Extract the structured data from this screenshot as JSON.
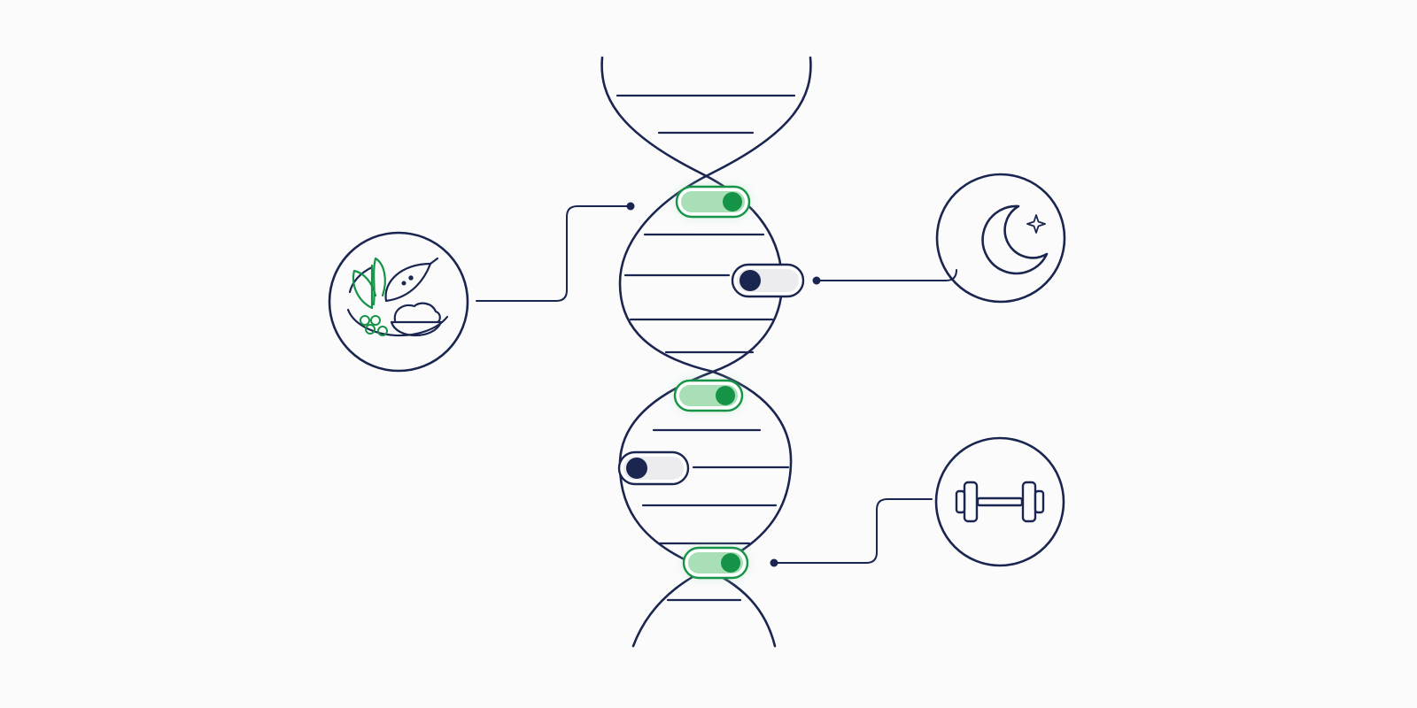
{
  "colors": {
    "background": "#fbfbfc",
    "line": "#1a2550",
    "accent_green": "#159447",
    "accent_green_light": "#a9dfb7",
    "toggle_off_fill": "#ececef"
  },
  "helix": {
    "strands": 2,
    "rungs": 11
  },
  "toggles": [
    {
      "id": "toggle-1",
      "state": "on"
    },
    {
      "id": "toggle-2",
      "state": "off"
    },
    {
      "id": "toggle-3",
      "state": "on"
    },
    {
      "id": "toggle-4",
      "state": "off"
    },
    {
      "id": "toggle-5",
      "state": "on"
    }
  ],
  "icons": [
    {
      "id": "nutrition",
      "icon": "food-plate-icon"
    },
    {
      "id": "sleep",
      "icon": "moon-icon"
    },
    {
      "id": "exercise",
      "icon": "dumbbell-icon"
    }
  ]
}
